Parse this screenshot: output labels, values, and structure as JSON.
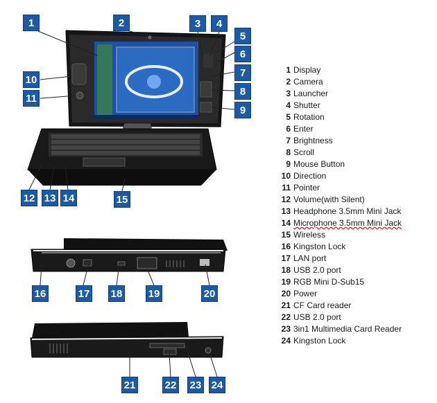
{
  "callouts": [
    "1",
    "2",
    "3",
    "4",
    "5",
    "6",
    "7",
    "8",
    "9",
    "10",
    "11",
    "12",
    "13",
    "14",
    "15",
    "16",
    "17",
    "18",
    "19",
    "20",
    "21",
    "22",
    "23",
    "24"
  ],
  "legend": [
    {
      "num": "1",
      "label": "Display"
    },
    {
      "num": "2",
      "label": "Camera"
    },
    {
      "num": "3",
      "label": "Launcher"
    },
    {
      "num": "4",
      "label": "Shutter"
    },
    {
      "num": "5",
      "label": "Rotation"
    },
    {
      "num": "6",
      "label": "Enter"
    },
    {
      "num": "7",
      "label": "Brightness"
    },
    {
      "num": "8",
      "label": "Scroll"
    },
    {
      "num": "9",
      "label": "Mouse Button"
    },
    {
      "num": "10",
      "label": "Direction"
    },
    {
      "num": "11",
      "label": "Pointer"
    },
    {
      "num": "12",
      "label": "Volume(with Silent)"
    },
    {
      "num": "13",
      "label": "Headphone 3.5mm Mini Jack"
    },
    {
      "num": "14",
      "label": "Microphone 3.5mm Mini Jack"
    },
    {
      "num": "15",
      "label": "Wireless"
    },
    {
      "num": "16",
      "label": "Kingston Lock"
    },
    {
      "num": "17",
      "label": "LAN port"
    },
    {
      "num": "18",
      "label": "USB 2.0 port"
    },
    {
      "num": "19",
      "label": "RGB Mini D-Sub15"
    },
    {
      "num": "20",
      "label": "Power"
    },
    {
      "num": "21",
      "label": "CF Card reader"
    },
    {
      "num": "22",
      "label": "USB 2.0 port"
    },
    {
      "num": "23",
      "label": "3in1 Multimedia Card Reader"
    },
    {
      "num": "24",
      "label": "Kingston Lock"
    }
  ],
  "colors": {
    "callout_bg": "#1b5aa5",
    "device_body": "#1c1c1c",
    "screen_blue": "#1f4fa0"
  }
}
